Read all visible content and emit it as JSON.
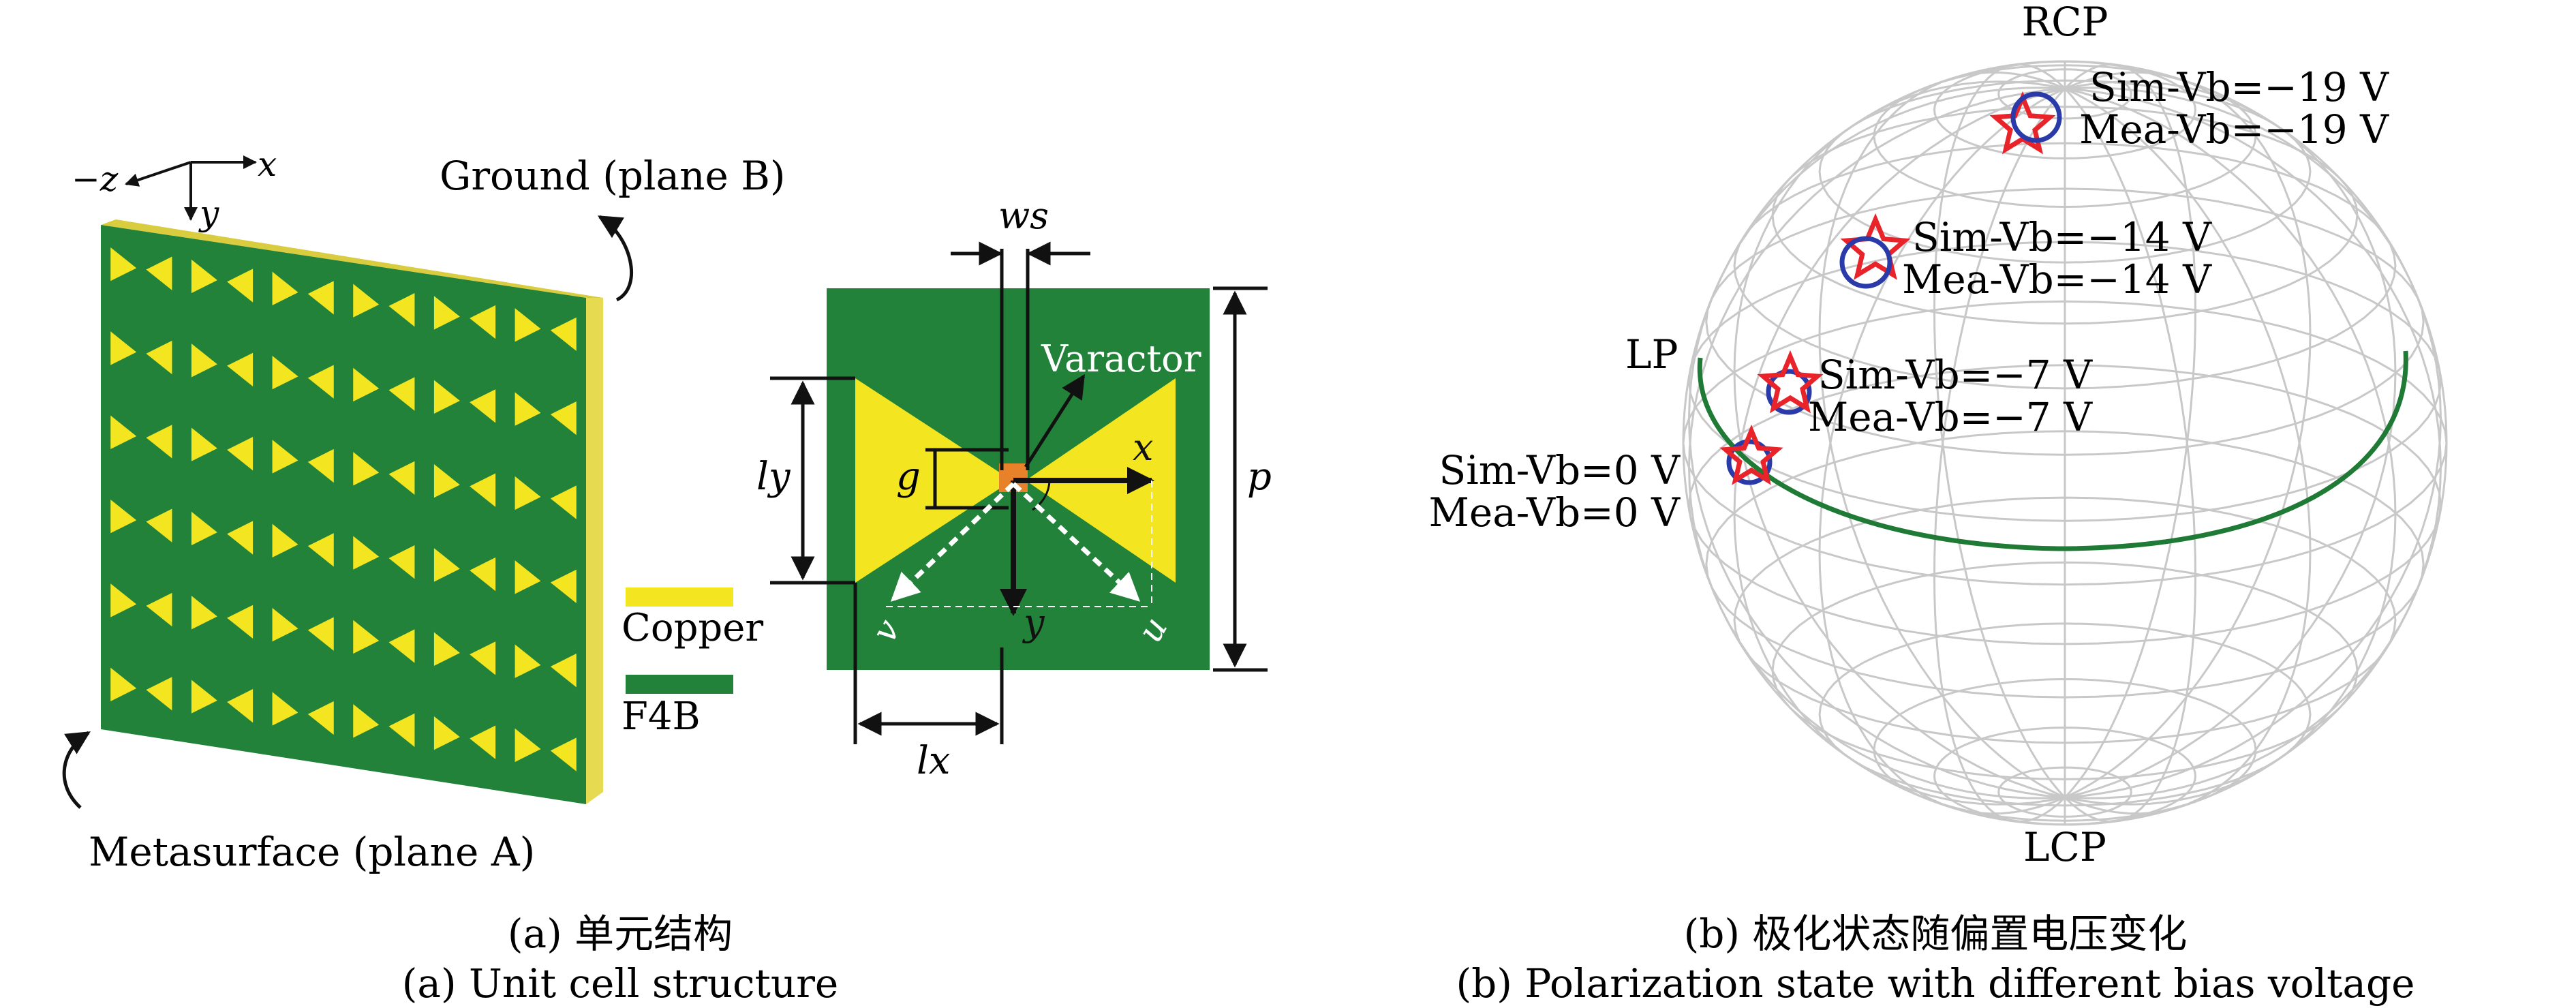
{
  "panel_a": {
    "axes": {
      "neg_z": "−z",
      "x": "x",
      "y": "y"
    },
    "ground_label": "Ground (plane B)",
    "metasurface_label": "Metasurface (plane A)",
    "legend": {
      "copper": "Copper",
      "f4b": "F4B"
    },
    "colors": {
      "copper": "#f3e620",
      "f4b": "#22823a",
      "arrow": "#111111",
      "dashed_arrow": "#ffffff",
      "varactor": "#e8822a"
    },
    "dims": {
      "ws": "ws",
      "ly": "ly",
      "g": "g",
      "p": "p",
      "lx": "lx",
      "x": "x",
      "y": "y",
      "u": "u",
      "v": "v",
      "varactor": "Varactor"
    },
    "caption_cn": "(a) 单元结构",
    "caption_en": "(a) Unit cell structure"
  },
  "panel_b": {
    "top": "RCP",
    "bottom": "LCP",
    "left": "LP",
    "points": [
      {
        "sim": "Sim-Vb=−19 V",
        "mea": "Mea-Vb=−19 V"
      },
      {
        "sim": "Sim-Vb=−14 V",
        "mea": "Mea-Vb=−14 V"
      },
      {
        "sim": "Sim-Vb=−7 V",
        "mea": "Mea-Vb=−7 V"
      },
      {
        "sim": "Sim-Vb=0 V",
        "mea": "Mea-Vb=0 V"
      }
    ],
    "colors": {
      "sim": "#e8232a",
      "mea": "#2a3aa8",
      "equator": "#1e7a35",
      "grid": "#c8c8c8"
    },
    "caption_cn": "(b) 极化状态随偏置电压变化",
    "caption_en": "(b) Polarization state with different bias voltage"
  }
}
